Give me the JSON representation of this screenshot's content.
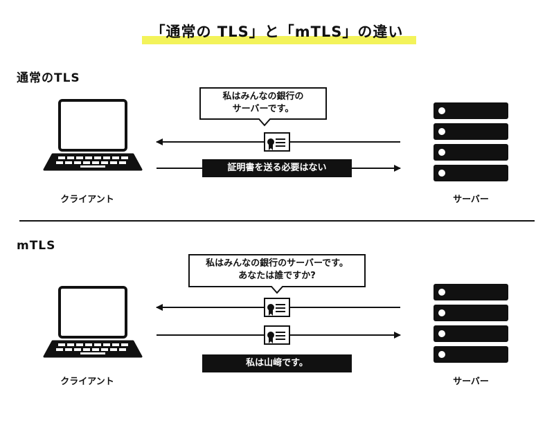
{
  "title": "「通常の TLS」と「mTLS」の違い",
  "sections": [
    {
      "heading": "通常のTLS",
      "client_label": "クライアント",
      "server_label": "サーバー",
      "bubble_line1": "私はみんなの銀行の",
      "bubble_line2": "サーバーです。",
      "request_label": "証明書を送る必要はない"
    },
    {
      "heading": "mTLS",
      "client_label": "クライアント",
      "server_label": "サーバー",
      "bubble_line1": "私はみんなの銀行のサーバーです。",
      "bubble_line2": "あなたは誰ですか?",
      "request_label": "私は山﨑です。"
    }
  ],
  "colors": {
    "highlight": "#f3f35a",
    "ink": "#111111",
    "background": "#ffffff"
  }
}
